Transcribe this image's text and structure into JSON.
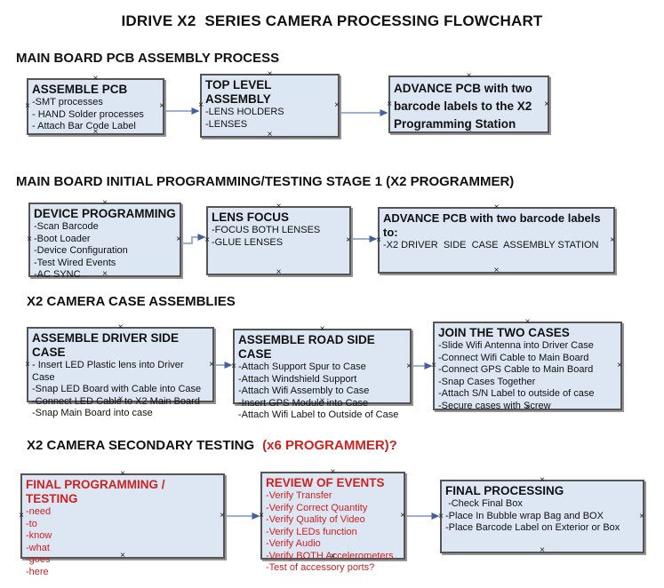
{
  "title": "IDRIVE X2  SERIES CAMERA PROCESSING FLOWCHART",
  "colors": {
    "box_fill": "#dde7f3",
    "box_border": "#555555",
    "arrow_line": "#9db1ce",
    "arrow_head": "#44619d",
    "red_text": "#cc2222"
  },
  "sections": [
    {
      "heading": "MAIN BOARD PCB ASSEMBLY PROCESS",
      "boxes": [
        {
          "title": "ASSEMBLE PCB",
          "items": [
            "-SMT processes",
            "- HAND Solder processes",
            "- Attach Bar Code Label"
          ]
        },
        {
          "title": "TOP LEVEL ASSEMBLY",
          "items": [
            "-LENS HOLDERS",
            "-LENSES"
          ]
        },
        {
          "title": "ADVANCE PCB with two barcode labels to the X2 Programming Station",
          "items": []
        }
      ]
    },
    {
      "heading": "MAIN BOARD INITIAL PROGRAMMING/TESTING STAGE 1 (X2 PROGRAMMER)",
      "boxes": [
        {
          "title": "DEVICE PROGRAMMING",
          "items": [
            "-Scan Barcode",
            "-Boot Loader",
            "-Device Configuration",
            "-Test Wired Events",
            "-AC SYNC"
          ]
        },
        {
          "title": "LENS FOCUS",
          "items": [
            "-FOCUS BOTH LENSES",
            "-GLUE LENSES"
          ]
        },
        {
          "title": "ADVANCE PCB with two barcode labels to:",
          "items": [
            "-X2 DRIVER  SIDE  CASE  ASSEMBLY STATION"
          ]
        }
      ]
    },
    {
      "heading": "X2 CAMERA CASE ASSEMBLIES",
      "boxes": [
        {
          "title": "ASSEMBLE DRIVER SIDE CASE",
          "items": [
            "- Insert LED Plastic lens into Driver Case",
            "-Snap LED Board with Cable into Case",
            "-Connect LED Cable to X2 Main Board",
            "-Snap Main Board into case"
          ]
        },
        {
          "title": "ASSEMBLE ROAD SIDE CASE",
          "items": [
            "-Attach Support Spur to Case",
            "-Attach Windshield Support",
            "-Attach Wifi Assembly to Case",
            "-Insert GPS Module into Case",
            "-Attach Wifi Label to Outside of Case"
          ]
        },
        {
          "title": "JOIN THE TWO CASES",
          "items": [
            "-Slide Wifi Antenna into Driver Case",
            "-Connect Wifi Cable to Main Board",
            "-Connect GPS Cable to Main Board",
            "-Snap Cases Together",
            "-Attach S/N Label to outside of case",
            "-Secure cases with Screw"
          ]
        }
      ]
    },
    {
      "heading": "X2 CAMERA SECONDARY TESTING",
      "heading_red": "(x6 PROGRAMMER)?",
      "boxes": [
        {
          "title": "FINAL PROGRAMMING / TESTING",
          "items": [
            "-need",
            "-to",
            "-know",
            "-what",
            "-goes",
            "-here"
          ]
        },
        {
          "title": "REVIEW OF EVENTS",
          "items": [
            "-Verify Transfer",
            "-Verify Correct Quantity",
            "-Verify Quality of Video",
            "-Verify LEDs function",
            "-Verify Audio",
            "-Verify BOTH Accelerometers",
            "-Test of accessory ports?"
          ]
        },
        {
          "title": "FINAL PROCESSING",
          "items": [
            " -Check Final Box",
            "-Place In Bubble wrap Bag and BOX",
            "-Place Barcode Label on Exterior or Box"
          ]
        }
      ]
    }
  ]
}
